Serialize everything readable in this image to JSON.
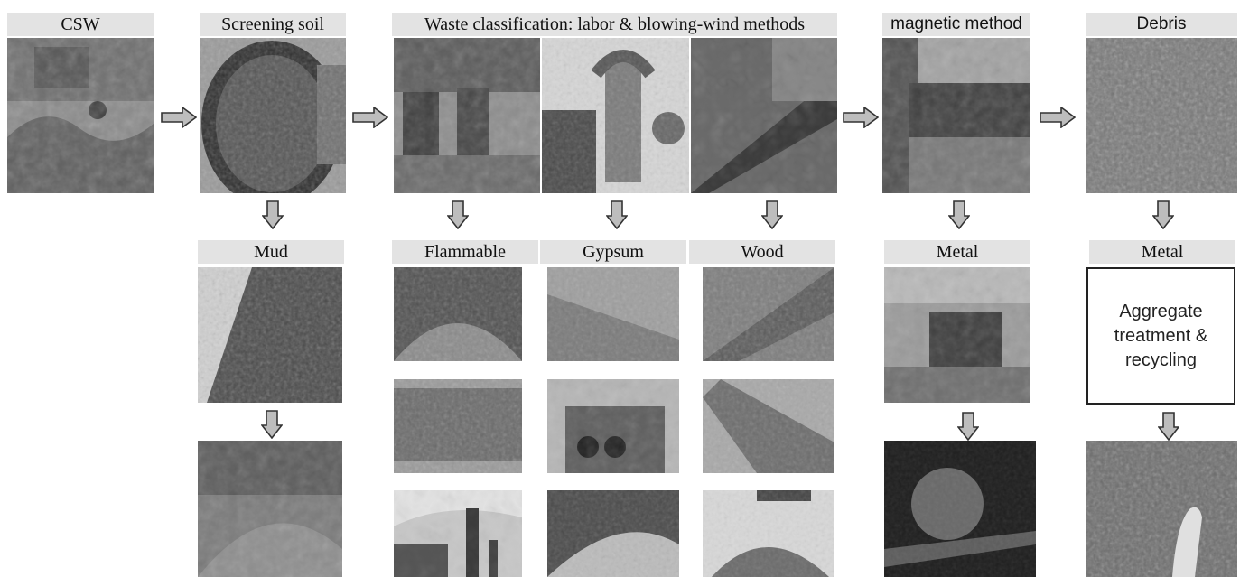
{
  "headers": {
    "csw": "CSW",
    "screening": "Screening soil",
    "classification": "Waste classification: labor & blowing-wind methods",
    "magnetic": "magnetic method",
    "debris": "Debris",
    "mud": "Mud",
    "flammable": "Flammable",
    "gypsum": "Gypsum",
    "wood": "Wood",
    "metal_1": "Metal",
    "metal_2": "Metal"
  },
  "box": {
    "text": "Aggregate treatment & recycling"
  },
  "colors": {
    "header_bg": "#e3e3e3",
    "arrow_fill": "#bdbdbd",
    "arrow_stroke": "#333333"
  }
}
